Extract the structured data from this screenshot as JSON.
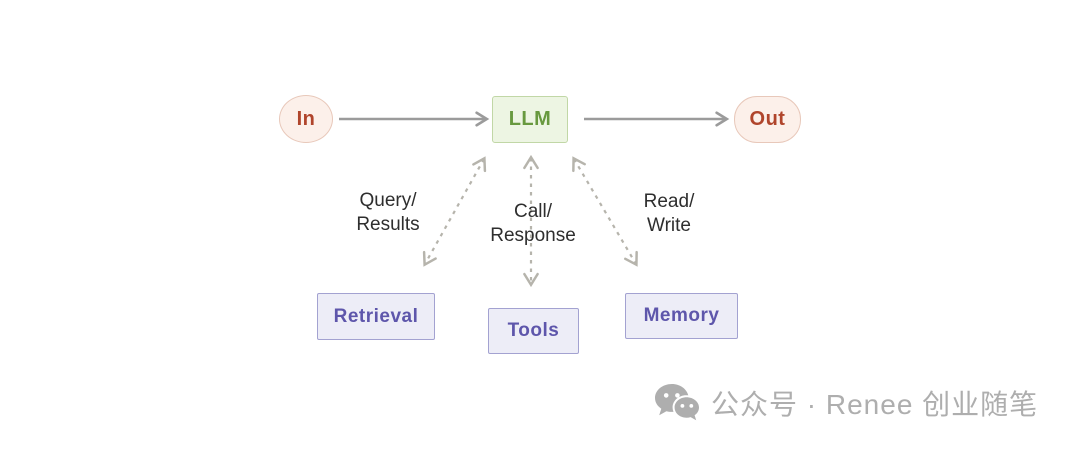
{
  "diagram": {
    "nodes": {
      "in": {
        "label": "In"
      },
      "llm": {
        "label": "LLM"
      },
      "out": {
        "label": "Out"
      },
      "retrieval": {
        "label": "Retrieval"
      },
      "tools": {
        "label": "Tools"
      },
      "memory": {
        "label": "Memory"
      }
    },
    "edges": {
      "retrieval": {
        "line1": "Query/",
        "line2": "Results"
      },
      "tools": {
        "line1": "Call/",
        "line2": "Response"
      },
      "memory": {
        "line1": "Read/",
        "line2": "Write"
      }
    }
  },
  "watermark": {
    "icon": "wechat-icon",
    "text": "公众号 · Renee 创业随笔"
  },
  "colors": {
    "canvas_bg": "#ffffff",
    "in_out_bg": "#fcf0ea",
    "in_out_border": "#e8c8ba",
    "in_out_text": "#b0452c",
    "llm_bg": "#edf5e3",
    "llm_border": "#c1d7a6",
    "llm_text": "#68993f",
    "module_bg": "#ededf7",
    "module_border": "#a3a2d1",
    "module_text": "#5e56ab",
    "solid_arrow": "#9b9b9b",
    "dashed_arrow": "#b6b4ac",
    "label_text": "#2e2e2e",
    "watermark": "#aeaeae"
  }
}
